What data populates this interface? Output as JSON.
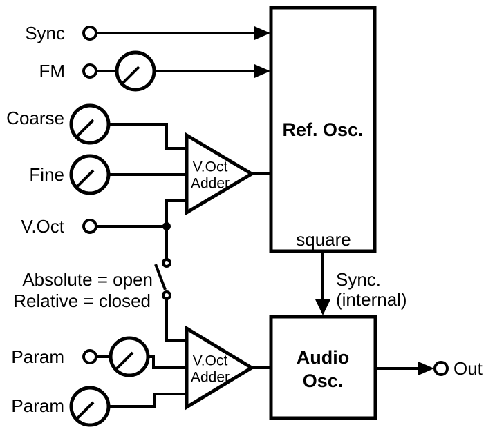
{
  "colors": {
    "ink": "#000000",
    "background": "#ffffff"
  },
  "ports": {
    "sync": "Sync",
    "fm": "FM",
    "coarse": "Coarse",
    "fine": "Fine",
    "voct": "V.Oct",
    "param_top": "Param",
    "param_bottom": "Param",
    "out": "Out"
  },
  "switch": {
    "open_label": "Absolute = open",
    "closed_label": "Relative = closed"
  },
  "blocks": {
    "ref_osc": {
      "title": "Ref. Osc.",
      "output_port": "square"
    },
    "audio_osc": {
      "title_line1": "Audio",
      "title_line2": "Osc."
    },
    "adder_top": {
      "line1": "V.Oct",
      "line2": "Adder"
    },
    "adder_bottom": {
      "line1": "V.Oct",
      "line2": "Adder"
    }
  },
  "signals": {
    "internal_sync_line1": "Sync.",
    "internal_sync_line2": "(internal)"
  }
}
